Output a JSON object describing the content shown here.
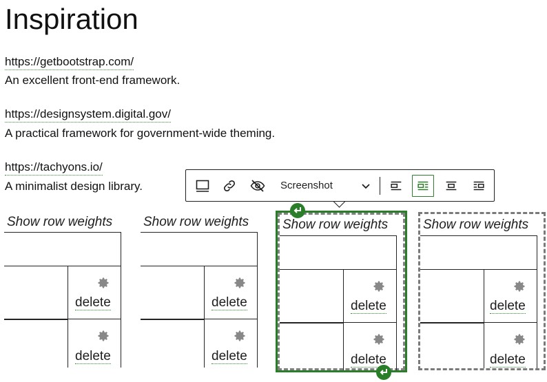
{
  "page": {
    "title": "Inspiration",
    "links": [
      {
        "url": "https://getbootstrap.com/",
        "description": "An excellent front-end framework."
      },
      {
        "url": "https://designsystem.digital.gov/",
        "description": "A practical framework for government-wide theming."
      },
      {
        "url": "https://tachyons.io/",
        "description": "A minimalist design library."
      }
    ]
  },
  "toolbar": {
    "style_label": "Screenshot",
    "icons": [
      "image-icon",
      "link-icon",
      "hide-icon",
      "align-left-icon",
      "wrap-left-icon",
      "align-center-icon",
      "wrap-right-icon"
    ],
    "active_icon": "wrap-left-icon",
    "accent": "#2a7e2a"
  },
  "gallery": {
    "heading": "Show row weights",
    "delete_label": "delete",
    "icons": [
      "gear-icon",
      "enter-icon"
    ],
    "selected_color": "#2a7e2a"
  }
}
